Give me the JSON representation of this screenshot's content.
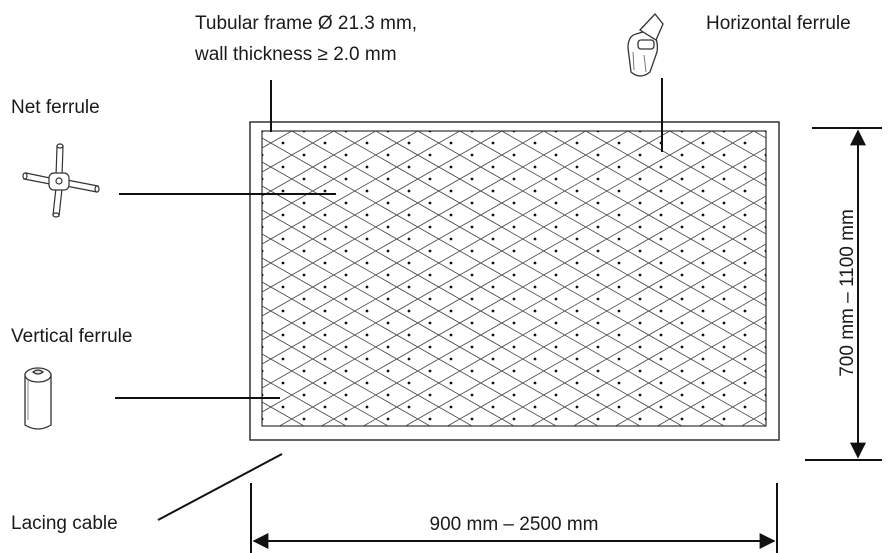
{
  "labels": {
    "tubular_line1": "Tubular frame Ø 21.3 mm,",
    "tubular_line2": "wall thickness ≥ 2.0 mm",
    "horizontal_ferrule": "Horizontal ferrule",
    "net_ferrule": "Net ferrule",
    "vertical_ferrule": "Vertical ferrule",
    "lacing_cable": "Lacing cable",
    "height_dim": "700 mm – 1100 mm",
    "width_dim": "900 mm – 2500 mm"
  },
  "colors": {
    "line": "#111111",
    "mesh": "#444444",
    "background": "#ffffff"
  },
  "icons": [
    "net-ferrule-icon",
    "vertical-ferrule-icon",
    "horizontal-ferrule-icon"
  ]
}
